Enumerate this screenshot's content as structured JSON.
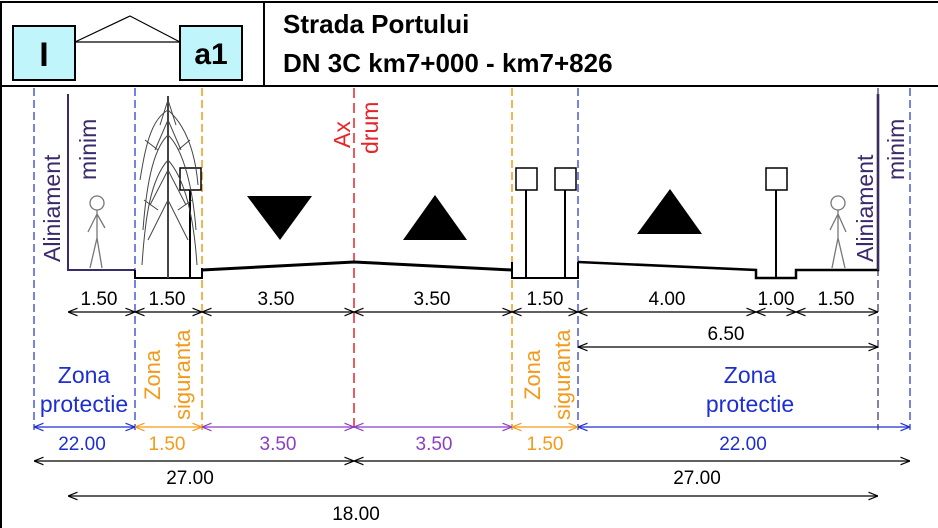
{
  "header": {
    "category_code": "I",
    "class_code": "a1",
    "title_line1": "Strada Portului",
    "title_line2": "DN 3C km7+000 - km7+826"
  },
  "labels": {
    "aliniament_left": "Aliniament",
    "minim_left": "minim",
    "ax": "Ax",
    "drum": "drum",
    "aliniament_right": "Aliniament",
    "minim_right": "minim",
    "zona_protectie_left_1": "Zona",
    "zona_protectie_left_2": "protectie",
    "zona_siguranta_left_1": "Zona",
    "zona_siguranta_left_2": "siguranta",
    "zona_siguranta_right_1": "Zona",
    "zona_siguranta_right_2": "siguranta",
    "zona_protectie_right_1": "Zona",
    "zona_protectie_right_2": "protectie"
  },
  "dimensions": {
    "row1": [
      "1.50",
      "1.50",
      "3.50",
      "3.50",
      "1.50",
      "4.00",
      "1.00",
      "1.50"
    ],
    "row2": [
      "6.50"
    ],
    "row3": [
      "22.00",
      "1.50",
      "3.50",
      "3.50",
      "1.50",
      "22.00"
    ],
    "row4": [
      "27.00",
      "27.00"
    ],
    "row5": [
      "18.00"
    ]
  },
  "colors": {
    "line": "#000000",
    "border_purple": "#3b2a6b",
    "axis_red": "#e8242a",
    "safety_orange": "#f39a1b",
    "protection_blue": "#1d2fd0",
    "lane_purple": "#8b3fc4",
    "header_box_fill": "#bff5fb"
  }
}
